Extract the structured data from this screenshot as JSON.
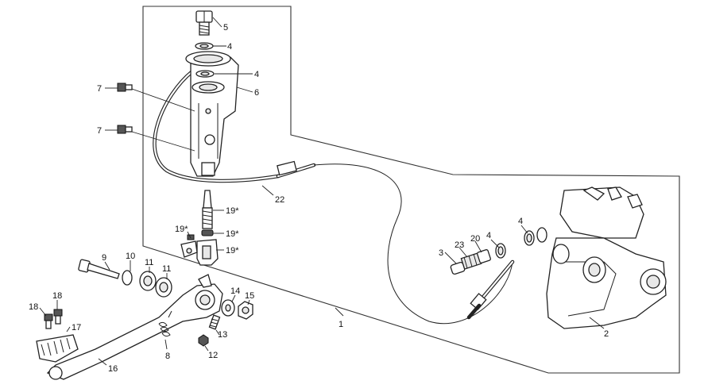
{
  "diagram": {
    "callouts": {
      "c1": "1",
      "c2": "2",
      "c3": "3",
      "c4a": "4",
      "c4b": "4",
      "c4c": "4",
      "c4d": "4",
      "c5": "5",
      "c6": "6",
      "c7a": "7",
      "c7b": "7",
      "c8": "8",
      "c9": "9",
      "c10": "10",
      "c11a": "11",
      "c11b": "11",
      "c12": "12",
      "c13": "13",
      "c14": "14",
      "c15": "15",
      "c16": "16",
      "c17": "17",
      "c18a": "18",
      "c18b": "18",
      "c19a": "19*",
      "c19b": "19*",
      "c19c": "19*",
      "c19d": "19*",
      "c20": "20",
      "c22": "22",
      "c23": "23"
    }
  }
}
